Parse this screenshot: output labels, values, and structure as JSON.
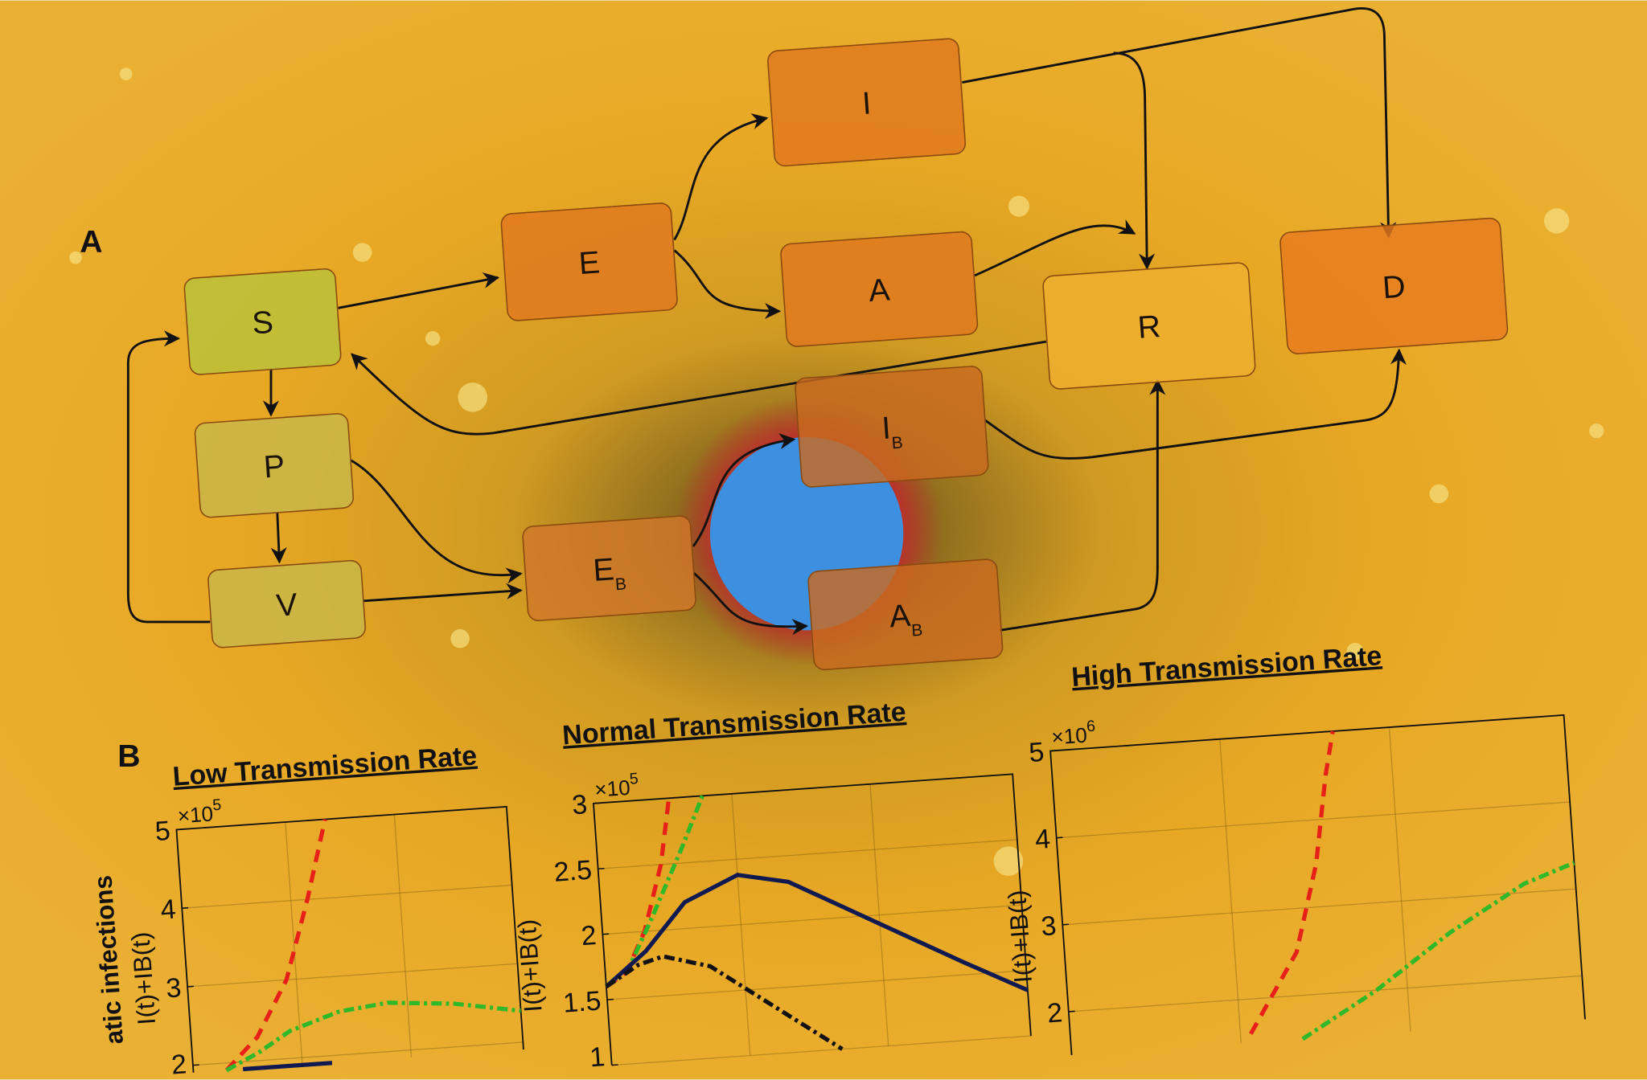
{
  "panel_a": {
    "label": "A",
    "nodes": [
      {
        "id": "S",
        "label": "S",
        "sub": "",
        "color": "#b8c23a"
      },
      {
        "id": "P",
        "label": "P",
        "sub": "",
        "color": "#c8b84a"
      },
      {
        "id": "V",
        "label": "V",
        "sub": "",
        "color": "#c8b84a"
      },
      {
        "id": "E",
        "label": "E",
        "sub": "",
        "color": "#e0781e"
      },
      {
        "id": "EB",
        "label": "E",
        "sub": "B",
        "color": "#d0782a"
      },
      {
        "id": "I",
        "label": "I",
        "sub": "",
        "color": "#e0781e"
      },
      {
        "id": "A",
        "label": "A",
        "sub": "",
        "color": "#e0781e"
      },
      {
        "id": "IB",
        "label": "I",
        "sub": "B",
        "color": "#c86a20"
      },
      {
        "id": "AB",
        "label": "A",
        "sub": "B",
        "color": "#c86a20"
      },
      {
        "id": "R",
        "label": "R",
        "sub": "",
        "color": "#f0b030"
      },
      {
        "id": "D",
        "label": "D",
        "sub": "",
        "color": "#e67a1e"
      }
    ]
  },
  "panel_b": {
    "label": "B"
  },
  "colors": {
    "background": "#e8a422",
    "virus_core": "#3d8fe0",
    "virus_halo": "#b8342a"
  },
  "chart_data": [
    {
      "type": "line",
      "title": "Low Transmission Rate",
      "ylabel": "I(t)+IB(t)",
      "ylabel_outer": "atic infections",
      "y_multiplier": "×10",
      "y_exponent": "5",
      "ylim": [
        1.5,
        5
      ],
      "yticks": [
        "2",
        "3",
        "4",
        "5"
      ],
      "grid": true,
      "series": [
        {
          "style": "dashed",
          "color": "#e8201a",
          "points": [
            [
              0.1,
              1.85
            ],
            [
              0.2,
              2.3
            ],
            [
              0.3,
              3.0
            ],
            [
              0.38,
              4.0
            ],
            [
              0.45,
              5.0
            ]
          ]
        },
        {
          "style": "dash-dot",
          "color": "#2fb82a",
          "points": [
            [
              0.1,
              1.85
            ],
            [
              0.2,
              2.1
            ],
            [
              0.3,
              2.35
            ],
            [
              0.45,
              2.55
            ],
            [
              0.6,
              2.62
            ],
            [
              0.8,
              2.55
            ],
            [
              1.0,
              2.4
            ]
          ]
        },
        {
          "style": "solid",
          "color": "#101a50",
          "points": [
            [
              0.15,
              1.8
            ],
            [
              0.25,
              1.86
            ],
            [
              0.35,
              1.84
            ],
            [
              0.42,
              1.78
            ]
          ]
        }
      ]
    },
    {
      "type": "line",
      "title": "Normal Transmission Rate",
      "ylabel": "I(t)+IB(t)",
      "y_multiplier": "×10",
      "y_exponent": "5",
      "ylim": [
        1,
        3
      ],
      "yticks": [
        "1",
        "1.5",
        "2",
        "2.5",
        "3"
      ],
      "grid": true,
      "series": [
        {
          "style": "dashed",
          "color": "#e8201a",
          "points": [
            [
              0,
              1.6
            ],
            [
              0.05,
              1.7
            ],
            [
              0.1,
              2.0
            ],
            [
              0.15,
              2.5
            ],
            [
              0.18,
              3.0
            ]
          ]
        },
        {
          "style": "dash-dot",
          "color": "#2fb82a",
          "points": [
            [
              0,
              1.6
            ],
            [
              0.06,
              1.75
            ],
            [
              0.12,
              2.1
            ],
            [
              0.2,
              2.6
            ],
            [
              0.26,
              3.0
            ]
          ]
        },
        {
          "style": "solid",
          "color": "#101a50",
          "points": [
            [
              0,
              1.6
            ],
            [
              0.1,
              1.85
            ],
            [
              0.2,
              2.2
            ],
            [
              0.33,
              2.38
            ],
            [
              0.45,
              2.3
            ],
            [
              0.65,
              1.95
            ],
            [
              0.85,
              1.6
            ],
            [
              1.0,
              1.35
            ]
          ]
        },
        {
          "style": "dash-dot",
          "color": "#111111",
          "points": [
            [
              0,
              1.6
            ],
            [
              0.08,
              1.75
            ],
            [
              0.14,
              1.8
            ],
            [
              0.25,
              1.7
            ],
            [
              0.4,
              1.35
            ],
            [
              0.55,
              0.95
            ]
          ]
        }
      ]
    },
    {
      "type": "line",
      "title": "High Transmission Rate",
      "ylabel": "I(t)+IB(t)",
      "y_multiplier": "×10",
      "y_exponent": "6",
      "ylim": [
        1.5,
        5
      ],
      "yticks": [
        "2",
        "3",
        "4",
        "5"
      ],
      "grid": true,
      "series": [
        {
          "style": "dashed",
          "color": "#e8201a",
          "points": [
            [
              0.35,
              1.6
            ],
            [
              0.45,
              2.5
            ],
            [
              0.5,
              3.5
            ],
            [
              0.53,
              4.5
            ],
            [
              0.55,
              5.0
            ]
          ]
        },
        {
          "style": "dash-dot",
          "color": "#2fb82a",
          "points": [
            [
              0.45,
              1.5
            ],
            [
              0.6,
              2.0
            ],
            [
              0.75,
              2.6
            ],
            [
              0.9,
              3.1
            ],
            [
              1.0,
              3.3
            ]
          ]
        }
      ]
    }
  ]
}
